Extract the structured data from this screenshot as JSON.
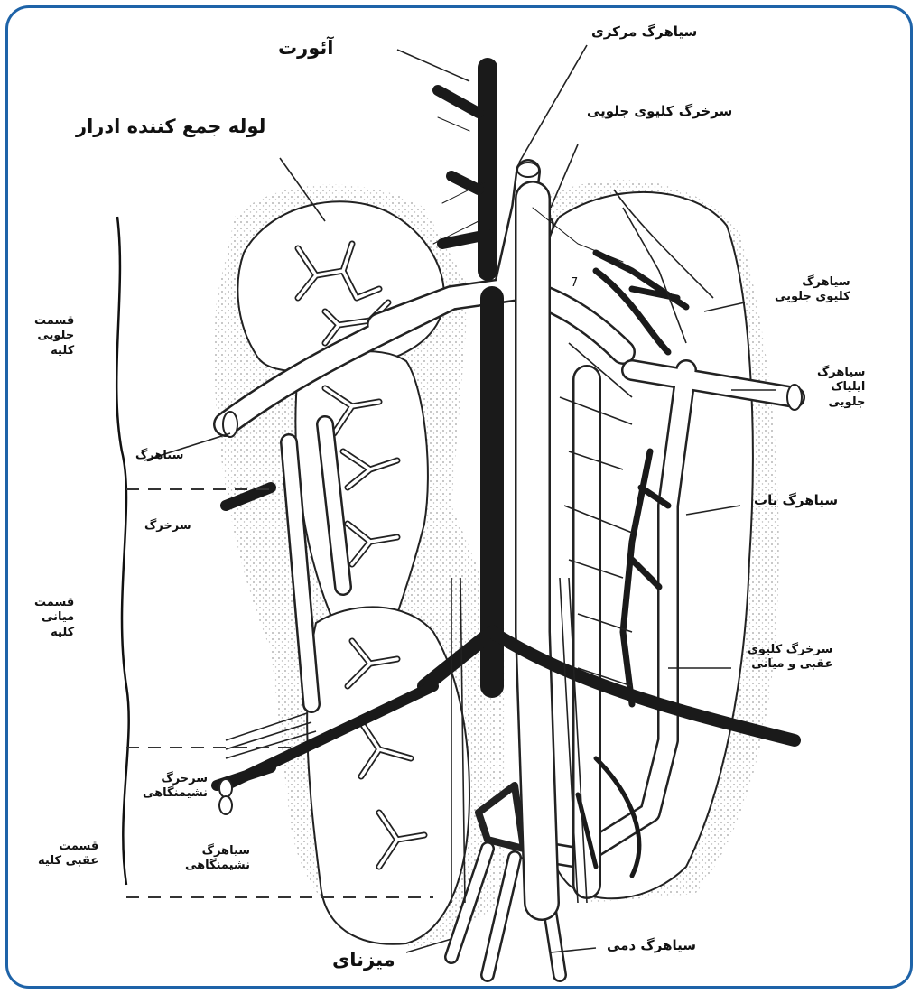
{
  "colors": {
    "frame": "#1e63a8",
    "vessel_dark": "#1a1a1a",
    "vessel_light": "#ffffff",
    "outline": "#222222"
  },
  "labels": {
    "aorta": "آئورت",
    "central_vein": "سیاهرگ مرکزی",
    "collecting_duct": "لوله جمع کننده ادرار",
    "anterior_renal_artery": "سرخرگ کلیوی جلویی",
    "anterior_renal_vein_l1": "سیاهرگ",
    "anterior_renal_vein_l2": "کلیوی جلویی",
    "iliac_vein_l1": "سیاهرگ",
    "iliac_vein_l2": "ایلیاک",
    "iliac_vein_l3": "جلویی",
    "portal_vein": "سیاهرگ باب",
    "middle_posterior_artery_l1": "سرخرگ کلیوی",
    "middle_posterior_artery_l2": "عقبی و میانی",
    "caudal_vein": "سیاهرگ دمی",
    "ureter": "میزنای",
    "front_part_l1": "قسمت",
    "front_part_l2": "جلویی",
    "front_part_l3": "کلیه",
    "vein_left": "سیاهرگ",
    "artery_left": "سرخرگ",
    "middle_part_l1": "قسمت",
    "middle_part_l2": "میانی",
    "middle_part_l3": "کلیه",
    "sciatic_artery_l1": "سرخرگ",
    "sciatic_artery_l2": "نشیمنگاهی",
    "sciatic_vein_l1": "سیاهرگ",
    "sciatic_vein_l2": "نشیمنگاهی",
    "rear_part_l1": "قسمت",
    "rear_part_l2": "عقبی کلیه",
    "marker": "7"
  }
}
